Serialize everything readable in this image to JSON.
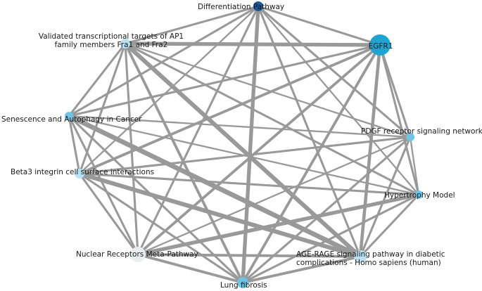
{
  "network": {
    "colors": {
      "edge": "#999999",
      "faint_edge": "#dcdcdc",
      "node_dark": "#1a5a96",
      "node_bright": "#1fa3d0",
      "node_mid": "#6fc3e4",
      "node_light": "#b8e2f2",
      "node_pale": "#e9eef1"
    },
    "nodes": [
      {
        "id": "diff",
        "label": "Differentiation Pathway",
        "color": "node_dark"
      },
      {
        "id": "ap1",
        "label": "Validated transcriptional targets of AP1\nfamily members Fra1 and Fra2",
        "color": "node_light"
      },
      {
        "id": "egfr",
        "label": "EGFR1",
        "color": "node_bright"
      },
      {
        "id": "sen",
        "label": "Senescence and Autophagy in Cancer",
        "color": "node_mid"
      },
      {
        "id": "pdgf",
        "label": "PDGF receptor signaling network",
        "color": "node_mid"
      },
      {
        "id": "beta3",
        "label": "Beta3 integrin cell surface interactions",
        "color": "node_light"
      },
      {
        "id": "hyp",
        "label": "Hypertrophy Model",
        "color": "node_mid"
      },
      {
        "id": "nuc",
        "label": "Nuclear Receptors Meta-Pathway",
        "color": "node_pale"
      },
      {
        "id": "age",
        "label": "AGE-RAGE signaling pathway in diabetic\ncomplications - Homo sapiens (human)",
        "color": "node_light"
      },
      {
        "id": "lung",
        "label": "Lung fibrosis",
        "color": "node_mid"
      }
    ],
    "edges": [
      {
        "source": "ap1",
        "target": "egfr",
        "weight": 6
      },
      {
        "source": "ap1",
        "target": "age",
        "weight": 7
      },
      {
        "source": "ap1",
        "target": "nuc",
        "weight": 3
      },
      {
        "source": "ap1",
        "target": "lung",
        "weight": 4
      },
      {
        "source": "ap1",
        "target": "beta3",
        "weight": 3
      },
      {
        "source": "ap1",
        "target": "sen",
        "weight": 3
      },
      {
        "source": "ap1",
        "target": "hyp",
        "weight": 3
      },
      {
        "source": "ap1",
        "target": "pdgf",
        "weight": 2
      },
      {
        "source": "diff",
        "target": "ap1",
        "weight": 3
      },
      {
        "source": "diff",
        "target": "sen",
        "weight": 3
      },
      {
        "source": "diff",
        "target": "beta3",
        "weight": 2
      },
      {
        "source": "diff",
        "target": "nuc",
        "weight": 3
      },
      {
        "source": "diff",
        "target": "lung",
        "weight": 6
      },
      {
        "source": "diff",
        "target": "age",
        "weight": 3
      },
      {
        "source": "diff",
        "target": "pdgf",
        "weight": 3
      },
      {
        "source": "diff",
        "target": "hyp",
        "weight": 2
      },
      {
        "source": "diff",
        "target": "egfr",
        "weight": 3
      },
      {
        "source": "egfr",
        "target": "sen",
        "weight": 3
      },
      {
        "source": "egfr",
        "target": "beta3",
        "weight": 4
      },
      {
        "source": "egfr",
        "target": "nuc",
        "weight": 4
      },
      {
        "source": "egfr",
        "target": "lung",
        "weight": 4
      },
      {
        "source": "egfr",
        "target": "age",
        "weight": 5
      },
      {
        "source": "egfr",
        "target": "pdgf",
        "weight": 3
      },
      {
        "source": "egfr",
        "target": "hyp",
        "weight": 3
      },
      {
        "source": "sen",
        "target": "age",
        "weight": 8
      },
      {
        "source": "sen",
        "target": "beta3",
        "weight": 3
      },
      {
        "source": "sen",
        "target": "nuc",
        "weight": 3
      },
      {
        "source": "sen",
        "target": "lung",
        "weight": 3
      },
      {
        "source": "sen",
        "target": "pdgf",
        "weight": 2
      },
      {
        "source": "sen",
        "target": "hyp",
        "weight": 2
      },
      {
        "source": "beta3",
        "target": "age",
        "weight": 7
      },
      {
        "source": "beta3",
        "target": "nuc",
        "weight": 3
      },
      {
        "source": "beta3",
        "target": "lung",
        "weight": 3
      },
      {
        "source": "beta3",
        "target": "hyp",
        "weight": 3
      },
      {
        "source": "beta3",
        "target": "pdgf",
        "weight": 3
      },
      {
        "source": "nuc",
        "target": "lung",
        "weight": 4
      },
      {
        "source": "nuc",
        "target": "age",
        "weight": 4
      },
      {
        "source": "nuc",
        "target": "hyp",
        "weight": 6
      },
      {
        "source": "nuc",
        "target": "pdgf",
        "weight": 2
      },
      {
        "source": "lung",
        "target": "age",
        "weight": 4
      },
      {
        "source": "lung",
        "target": "hyp",
        "weight": 3
      },
      {
        "source": "lung",
        "target": "pdgf",
        "weight": 3
      },
      {
        "source": "age",
        "target": "pdgf",
        "weight": 3
      },
      {
        "source": "age",
        "target": "hyp",
        "weight": 3
      },
      {
        "source": "pdgf",
        "target": "hyp",
        "weight": 2
      }
    ],
    "faint_edges": [
      {
        "source": "diff",
        "target": "pdgf"
      },
      {
        "source": "egfr",
        "target": "hyp"
      },
      {
        "source": "ap1",
        "target": "pdgf"
      },
      {
        "source": "sen",
        "target": "nuc"
      },
      {
        "source": "pdgf",
        "target": "hyp"
      },
      {
        "source": "age",
        "target": "hyp"
      }
    ]
  }
}
